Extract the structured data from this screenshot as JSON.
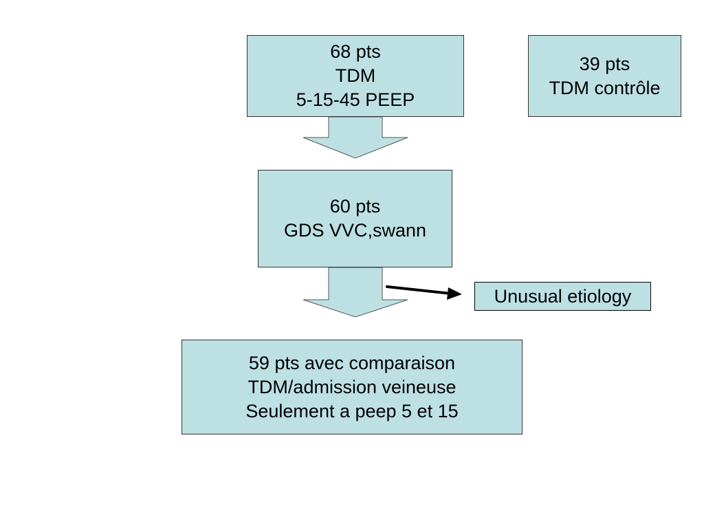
{
  "diagram": {
    "nodes": {
      "start": {
        "lines": [
          "68 pts",
          "TDM",
          "5-15-45 PEEP"
        ]
      },
      "control": {
        "lines": [
          "39 pts",
          "TDM contrôle"
        ]
      },
      "middle": {
        "lines": [
          "60 pts",
          "GDS VVC,swann"
        ]
      },
      "end": {
        "lines": [
          "59 pts avec comparaison",
          "TDM/admission veineuse",
          "Seulement a peep 5 et 15"
        ]
      },
      "excluded": {
        "lines": [
          "Unusual etiology"
        ]
      }
    },
    "edges": [
      {
        "from": "start",
        "to": "middle"
      },
      {
        "from": "middle",
        "to": "end"
      },
      {
        "from": "middle",
        "to": "excluded"
      }
    ],
    "colors": {
      "box_fill": "#bde0e3",
      "box_border": "#333333",
      "arrow_stroke": "#000000"
    }
  }
}
